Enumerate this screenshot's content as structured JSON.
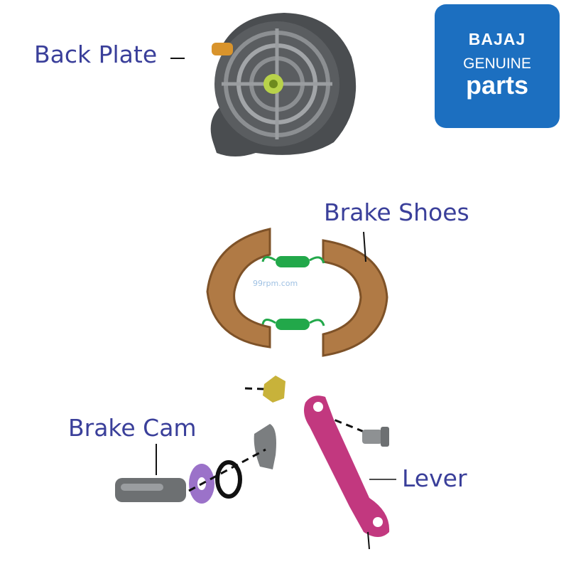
{
  "labels": {
    "back_plate": "Back Plate",
    "brake_shoes": "Brake Shoes",
    "brake_cam": "Brake Cam",
    "lever": "Lever"
  },
  "logo": {
    "brand": "BAJAJ",
    "line2": "GENUINE",
    "line3": "parts"
  },
  "watermark": "99rpm.com",
  "colors": {
    "label_text": "#3a3f9a",
    "logo_bg": "#1c6fc0",
    "shoe_lining": "#b07a45",
    "spring": "#22a84a",
    "lever": "#c2387f",
    "washer": "#9b72c9"
  }
}
